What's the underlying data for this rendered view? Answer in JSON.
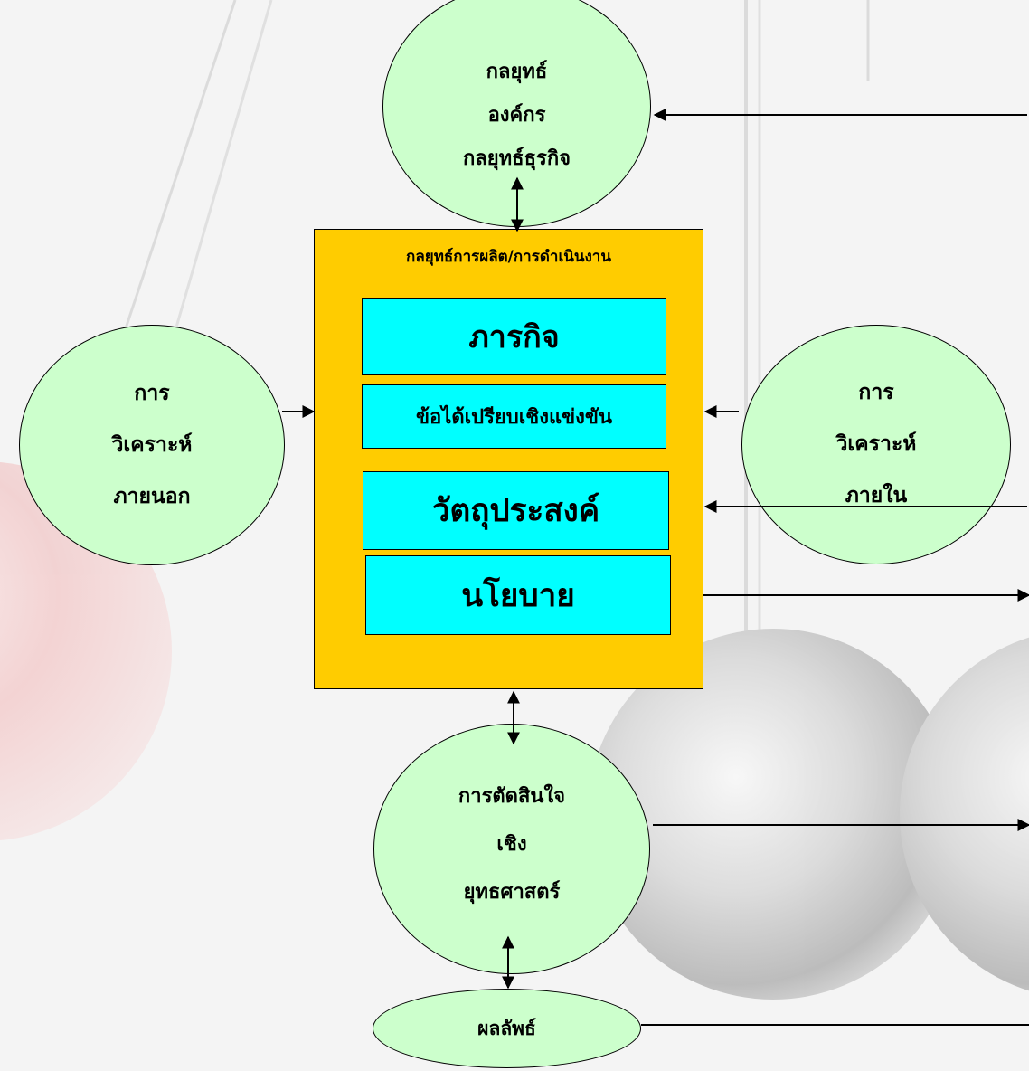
{
  "diagram": {
    "strategy_ellipse": {
      "lines": "กลยุทธ์\nองค์กร\nกลยุทธ์ธุรกิจ"
    },
    "external_ellipse": {
      "lines": "การ\nวิเคราะห์\nภายนอก"
    },
    "internal_ellipse": {
      "lines": "การ\nวิเคราะห์\nภายใน"
    },
    "decision_ellipse": {
      "lines": "การตัดสินใจ\nเชิง\nยุทธศาสตร์"
    },
    "result_ellipse": {
      "label": "ผลลัพธ์"
    },
    "container": {
      "title": "กลยุทธ์การผลิต/การดำเนินงาน",
      "mission": "ภารกิจ",
      "advantage": "ข้อได้เปรียบเชิงแข่งขัน",
      "objectives": "วัตถุประสงค์",
      "policy": "นโยบาย"
    }
  },
  "colors": {
    "ellipse_fill": "#ccffcc",
    "container_fill": "#ffcc00",
    "box_fill": "#00ffff",
    "line": "#000000"
  }
}
